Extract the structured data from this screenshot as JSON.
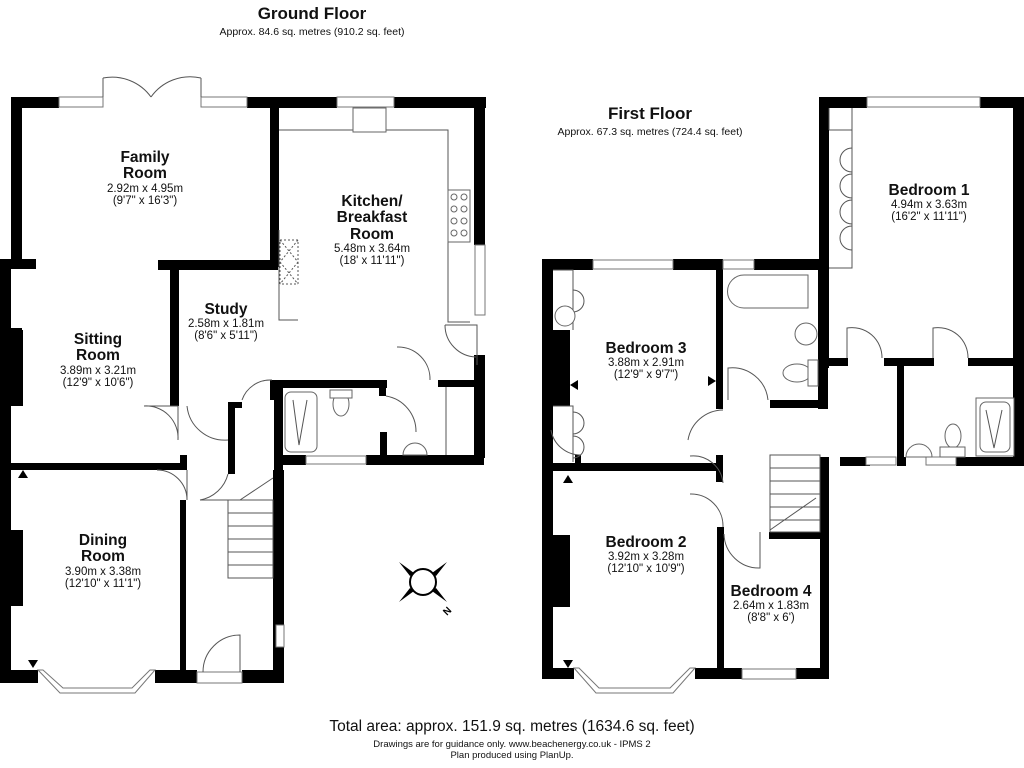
{
  "ground_floor": {
    "title": "Ground Floor",
    "area": "Approx. 84.6 sq. metres (910.2 sq. feet)",
    "rooms": [
      {
        "name": "Family Room",
        "line1": "Family",
        "line2": "Room",
        "metric": "2.92m x 4.95m",
        "imperial": "(9'7\" x 16'3\")"
      },
      {
        "name": "Kitchen/Breakfast Room",
        "line1": "Kitchen/",
        "line2": "Breakfast",
        "line3": "Room",
        "metric": "5.48m x 3.64m",
        "imperial": "(18' x 11'11\")"
      },
      {
        "name": "Study",
        "line1": "Study",
        "metric": "2.58m x 1.81m",
        "imperial": "(8'6\" x 5'11\")"
      },
      {
        "name": "Sitting Room",
        "line1": "Sitting",
        "line2": "Room",
        "metric": "3.89m x 3.21m",
        "imperial": "(12'9\" x 10'6\")"
      },
      {
        "name": "Dining Room",
        "line1": "Dining",
        "line2": "Room",
        "metric": "3.90m x 3.38m",
        "imperial": "(12'10\" x 11'1\")"
      }
    ]
  },
  "first_floor": {
    "title": "First Floor",
    "area": "Approx. 67.3 sq. metres (724.4 sq. feet)",
    "rooms": [
      {
        "name": "Bedroom 1",
        "line1": "Bedroom 1",
        "metric": "4.94m x 3.63m",
        "imperial": "(16'2\" x 11'11\")"
      },
      {
        "name": "Bedroom 3",
        "line1": "Bedroom 3",
        "metric": "3.88m x 2.91m",
        "imperial": "(12'9\" x 9'7\")"
      },
      {
        "name": "Bedroom 2",
        "line1": "Bedroom 2",
        "metric": "3.92m x 3.28m",
        "imperial": "(12'10\" x 10'9\")"
      },
      {
        "name": "Bedroom 4",
        "line1": "Bedroom 4",
        "metric": "2.64m x 1.83m",
        "imperial": "(8'8\" x 6')"
      }
    ]
  },
  "compass": {
    "icon": "compass-icon",
    "label": "N"
  },
  "footer": {
    "total_area": "Total area: approx. 151.9 sq. metres (1634.6 sq. feet)",
    "disclaimer": "Drawings are for guidance only. www.beachenergy.co.uk - IPMS 2",
    "credit": "Plan produced using PlanUp."
  },
  "colors": {
    "wall": "#000000",
    "background": "#ffffff",
    "fixture_line": "#666666"
  }
}
